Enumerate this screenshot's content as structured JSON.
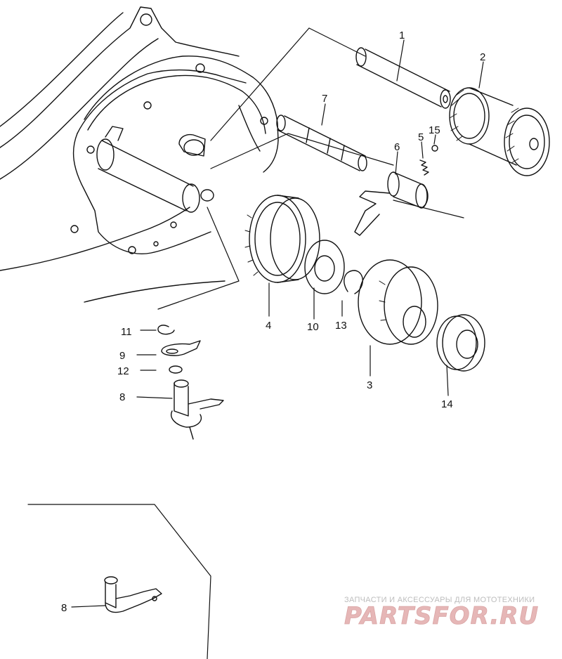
{
  "diagram": {
    "callouts": [
      {
        "id": "p1",
        "label": "1"
      },
      {
        "id": "p2",
        "label": "2"
      },
      {
        "id": "p3",
        "label": "3"
      },
      {
        "id": "p4",
        "label": "4"
      },
      {
        "id": "p5",
        "label": "5"
      },
      {
        "id": "p6",
        "label": "6"
      },
      {
        "id": "p7",
        "label": "7"
      },
      {
        "id": "p8",
        "label": "8"
      },
      {
        "id": "p9",
        "label": "9"
      },
      {
        "id": "p10",
        "label": "10"
      },
      {
        "id": "p11",
        "label": "11"
      },
      {
        "id": "p12",
        "label": "12"
      },
      {
        "id": "p13",
        "label": "13"
      },
      {
        "id": "p14",
        "label": "14"
      },
      {
        "id": "p15",
        "label": "15"
      },
      {
        "id": "p8b",
        "label": "8"
      }
    ]
  },
  "watermark": {
    "tagline": "ЗАПЧАСТИ И АКСЕССУАРЫ ДЛЯ МОТОТЕХНИКИ",
    "logo": "PARTSFOR.RU",
    "logo_color": "#e6b7b7"
  },
  "colors": {
    "line": "#111111",
    "background": "#ffffff"
  }
}
